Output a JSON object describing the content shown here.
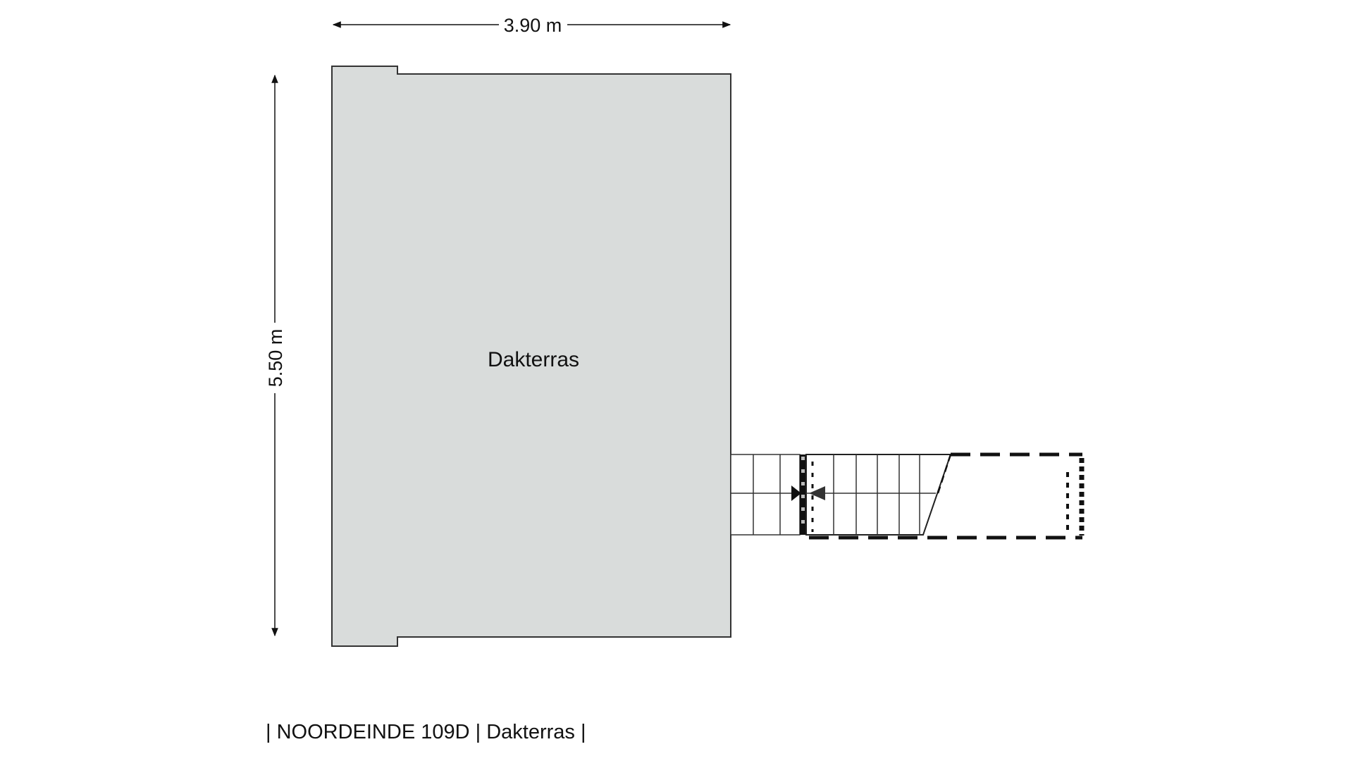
{
  "plan": {
    "room_label": "Dakterras",
    "width_dimension": "3.90 m",
    "height_dimension": "5.50 m",
    "room_fill_color": "#d9dcdb",
    "line_color": "#333333"
  },
  "footer": {
    "caption": "| NOORDEINDE 109D | Dakterras |"
  }
}
